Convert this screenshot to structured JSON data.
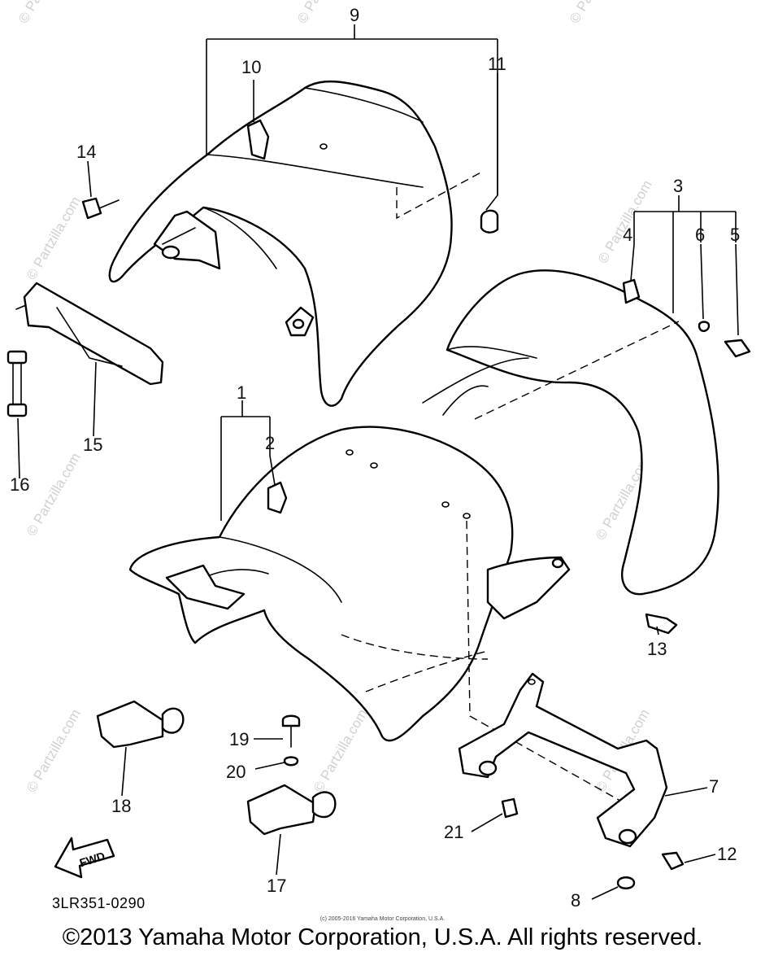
{
  "diagram": {
    "watermark_text": "© Partzilla.com",
    "diagram_code": "3LR351-0290",
    "small_credit": "(c) 2005-2016 Yamaha Motor Corporation, U.S.A.",
    "copyright": "©2013 Yamaha Motor Corporation, U.S.A. All rights reserved.",
    "fwd_label": "FWD",
    "callouts": [
      "1",
      "2",
      "3",
      "4",
      "5",
      "6",
      "7",
      "8",
      "9",
      "10",
      "11",
      "12",
      "13",
      "14",
      "15",
      "16",
      "17",
      "18",
      "19",
      "20",
      "21"
    ]
  }
}
